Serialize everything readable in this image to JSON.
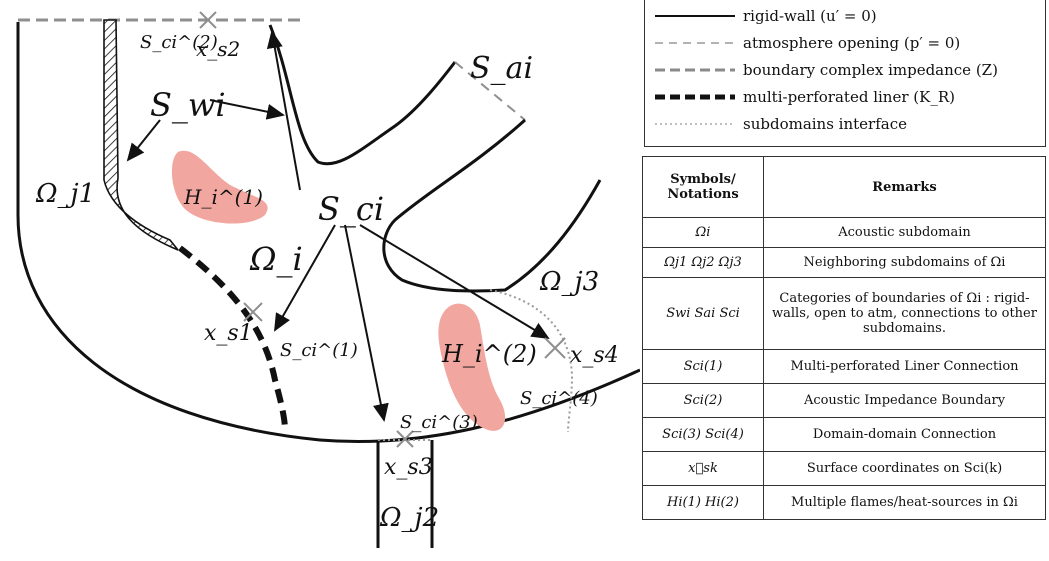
{
  "diagram": {
    "labels": {
      "S_wi": "S_wi",
      "S_ci": "S_ci",
      "S_ai": "S_ai",
      "Omega_j1": "Ω_j1",
      "Omega_i": "Ω_i",
      "Omega_j2": "Ω_j2",
      "Omega_j3": "Ω_j3",
      "H1": "H_i^(1)",
      "H2": "H_i^(2)",
      "xs1": "x_s1",
      "xs2": "x_s2",
      "xs3": "x_s3",
      "xs4": "x_s4",
      "Sci1": "S_ci^(1)",
      "Sci2": "S_ci^(2)",
      "Sci3": "S_ci^(3)",
      "Sci4": "S_ci^(4)"
    },
    "colors": {
      "flame": "#f2a6a0",
      "line": "#111111",
      "dashed_gray": "#9a9a9a",
      "dotted": "#aaaaaa"
    }
  },
  "legend": {
    "items": [
      {
        "style": "solid",
        "label": "rigid-wall (u′ = 0)"
      },
      {
        "style": "light-dashed",
        "label": "atmosphere opening (p′ = 0)"
      },
      {
        "style": "gray-dashed",
        "label": "boundary complex impedance (Z)"
      },
      {
        "style": "thick-dashed",
        "label": "multi-perforated liner (K_R)"
      },
      {
        "style": "dotted",
        "label": "subdomains interface"
      }
    ]
  },
  "table": {
    "headers": {
      "symbols": "Symbols/ Notations",
      "remarks": "Remarks"
    },
    "rows": [
      {
        "symbol": "Ωi",
        "remark": "Acoustic subdomain"
      },
      {
        "symbol": "Ωj1  Ωj2  Ωj3",
        "remark": "Neighboring subdomains of Ωi"
      },
      {
        "symbol": "Swi  Sai  Sci",
        "remark": "Categories of boundaries of Ωi : rigid-walls, open to atm, connections to other subdomains."
      },
      {
        "symbol": "Sci(1)",
        "remark": "Multi-perforated Liner Connection"
      },
      {
        "symbol": "Sci(2)",
        "remark": "Acoustic Impedance Boundary"
      },
      {
        "symbol": "Sci(3)  Sci(4)",
        "remark": "Domain-domain Connection"
      },
      {
        "symbol": "x⃗sk",
        "remark": "Surface coordinates on Sci(k)"
      },
      {
        "symbol": "Hi(1)  Hi(2)",
        "remark": "Multiple flames/heat-sources in Ωi"
      }
    ]
  }
}
